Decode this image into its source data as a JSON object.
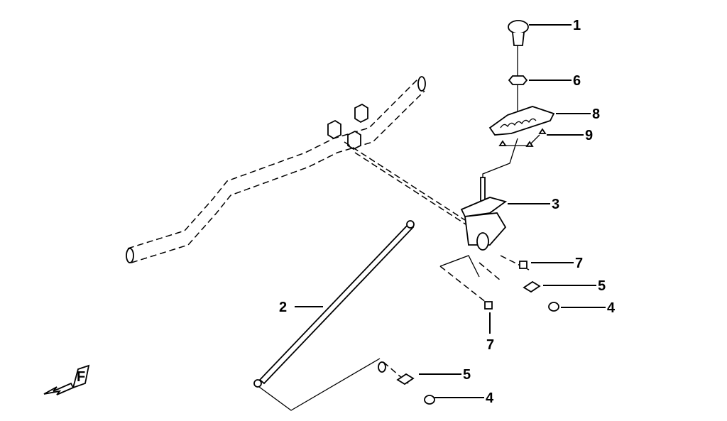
{
  "diagram": {
    "callouts": [
      {
        "id": "knob",
        "label": "1"
      },
      {
        "id": "nut",
        "label": "6"
      },
      {
        "id": "guide-plate",
        "label": "8"
      },
      {
        "id": "screw",
        "label": "9"
      },
      {
        "id": "shift-lever",
        "label": "3"
      },
      {
        "id": "bolt-upper",
        "label": "7"
      },
      {
        "id": "clip-upper",
        "label": "5"
      },
      {
        "id": "washer-upper",
        "label": "4"
      },
      {
        "id": "bolt-lower",
        "label": "7"
      },
      {
        "id": "shift-rod",
        "label": "2"
      },
      {
        "id": "clip-lower",
        "label": "5"
      },
      {
        "id": "washer-lower",
        "label": "4"
      }
    ],
    "front_indicator": "F"
  }
}
